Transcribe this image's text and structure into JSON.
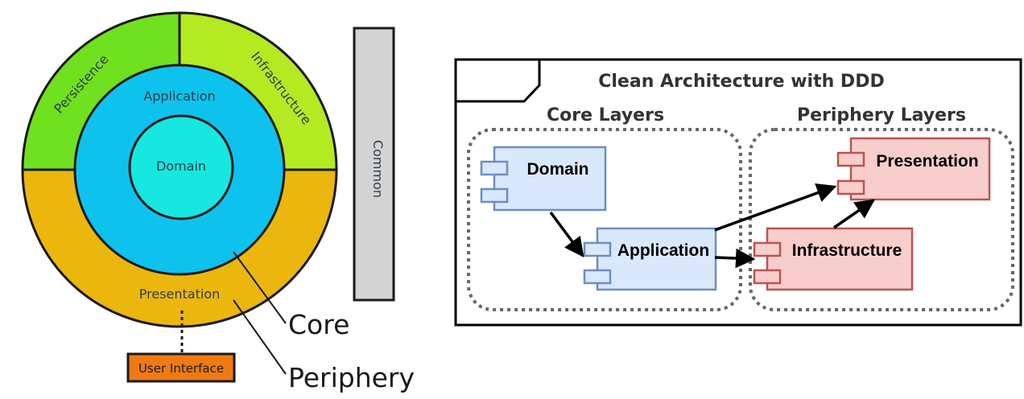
{
  "onion_diagram": {
    "rings": {
      "domain": "Domain",
      "application": "Application",
      "persistence": "Persistence",
      "infrastructure": "Infrastructure",
      "presentation": "Presentation"
    },
    "common": "Common",
    "user_interface": "User Interface",
    "callouts": {
      "core": "Core",
      "periphery": "Periphery"
    },
    "colors": {
      "domain": "#16e8e0",
      "application": "#0dc3ee",
      "persistence": "#6fe11e",
      "infrastructure": "#b4ea22",
      "presentation": "#ebb70f",
      "common": "#d3d3d3",
      "user_interface": "#f07a12"
    }
  },
  "component_diagram": {
    "title": "Clean Architecture with DDD",
    "groups": {
      "core": "Core Layers",
      "periphery": "Periphery Layers"
    },
    "components": {
      "domain": "Domain",
      "application": "Application",
      "infrastructure": "Infrastructure",
      "presentation": "Presentation"
    },
    "colors": {
      "core_fill": "#dae8fc",
      "core_stroke": "#6c8ebf",
      "periphery_fill": "#f8cecc",
      "periphery_stroke": "#b85450"
    }
  }
}
